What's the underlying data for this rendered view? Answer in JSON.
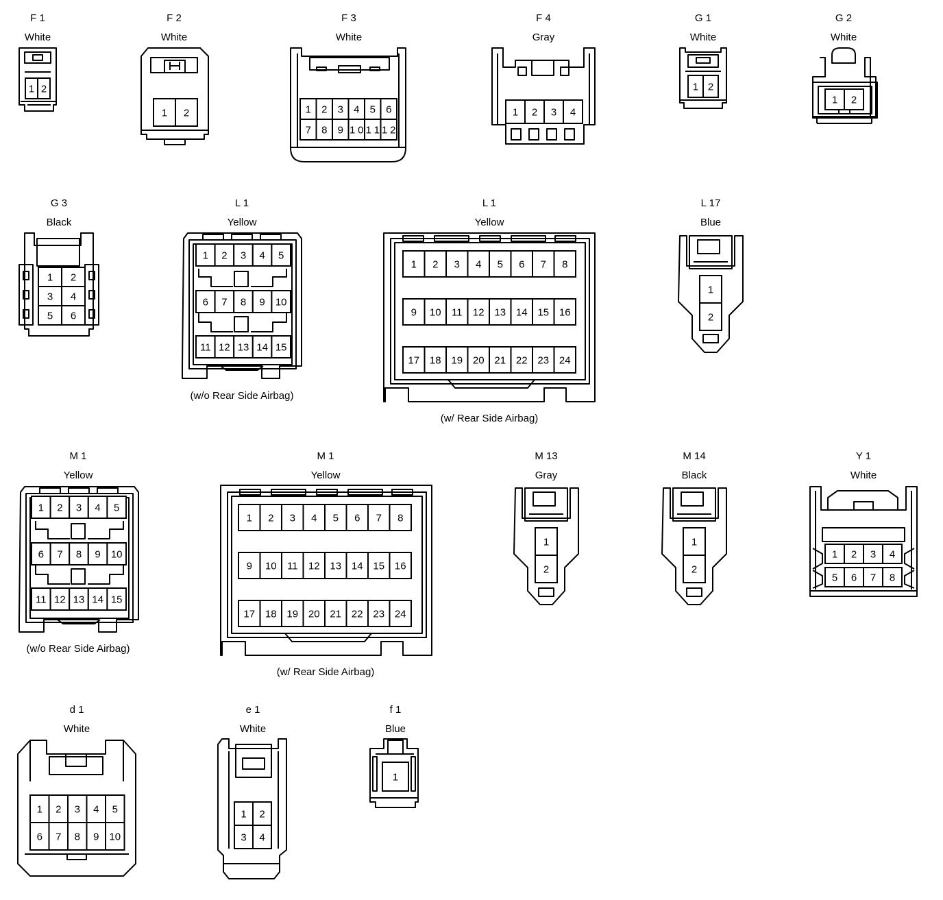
{
  "connectors": [
    {
      "key": "F1",
      "id": "F 1",
      "color": "White",
      "pins": [
        "1",
        "2"
      ]
    },
    {
      "key": "F2",
      "id": "F 2",
      "color": "White",
      "pins": [
        "1",
        "2"
      ]
    },
    {
      "key": "F3",
      "id": "F 3",
      "color": "White",
      "pins": [
        "1",
        "2",
        "3",
        "4",
        "5",
        "6",
        "7",
        "8",
        "9",
        "10",
        "11",
        "12"
      ]
    },
    {
      "key": "F4",
      "id": "F 4",
      "color": "Gray",
      "pins": [
        "1",
        "2",
        "3",
        "4"
      ]
    },
    {
      "key": "G1",
      "id": "G 1",
      "color": "White",
      "pins": [
        "1",
        "2"
      ]
    },
    {
      "key": "G2",
      "id": "G 2",
      "color": "White",
      "pins": [
        "1",
        "2"
      ]
    },
    {
      "key": "G3",
      "id": "G 3",
      "color": "Black",
      "pins": [
        "1",
        "2",
        "3",
        "4",
        "5",
        "6"
      ]
    },
    {
      "key": "L1a",
      "id": "L 1",
      "color": "Yellow",
      "note": "(w/o Rear Side Airbag)",
      "pins": [
        "1",
        "2",
        "3",
        "4",
        "5",
        "6",
        "7",
        "8",
        "9",
        "10",
        "11",
        "12",
        "13",
        "14",
        "15"
      ]
    },
    {
      "key": "L1b",
      "id": "L 1",
      "color": "Yellow",
      "note": "(w/ Rear Side Airbag)",
      "pins": [
        "1",
        "2",
        "3",
        "4",
        "5",
        "6",
        "7",
        "8",
        "9",
        "10",
        "11",
        "12",
        "13",
        "14",
        "15",
        "16",
        "17",
        "18",
        "19",
        "20",
        "21",
        "22",
        "23",
        "24"
      ]
    },
    {
      "key": "L17",
      "id": "L 17",
      "color": "Blue",
      "pins": [
        "1",
        "2"
      ]
    },
    {
      "key": "M1a",
      "id": "M 1",
      "color": "Yellow",
      "note": "(w/o Rear Side Airbag)",
      "pins": [
        "1",
        "2",
        "3",
        "4",
        "5",
        "6",
        "7",
        "8",
        "9",
        "10",
        "11",
        "12",
        "13",
        "14",
        "15"
      ]
    },
    {
      "key": "M1b",
      "id": "M 1",
      "color": "Yellow",
      "note": "(w/ Rear Side Airbag)",
      "pins": [
        "1",
        "2",
        "3",
        "4",
        "5",
        "6",
        "7",
        "8",
        "9",
        "10",
        "11",
        "12",
        "13",
        "14",
        "15",
        "16",
        "17",
        "18",
        "19",
        "20",
        "21",
        "22",
        "23",
        "24"
      ]
    },
    {
      "key": "M13",
      "id": "M 13",
      "color": "Gray",
      "pins": [
        "1",
        "2"
      ]
    },
    {
      "key": "M14",
      "id": "M 14",
      "color": "Black",
      "pins": [
        "1",
        "2"
      ]
    },
    {
      "key": "Y1",
      "id": "Y 1",
      "color": "White",
      "pins": [
        "1",
        "2",
        "3",
        "4",
        "5",
        "6",
        "7",
        "8"
      ]
    },
    {
      "key": "d1",
      "id": "d 1",
      "color": "White",
      "pins": [
        "1",
        "2",
        "3",
        "4",
        "5",
        "6",
        "7",
        "8",
        "9",
        "10"
      ]
    },
    {
      "key": "e1",
      "id": "e 1",
      "color": "White",
      "pins": [
        "1",
        "2",
        "3",
        "4"
      ]
    },
    {
      "key": "f1",
      "id": "f 1",
      "color": "Blue",
      "pins": [
        "1"
      ]
    }
  ]
}
